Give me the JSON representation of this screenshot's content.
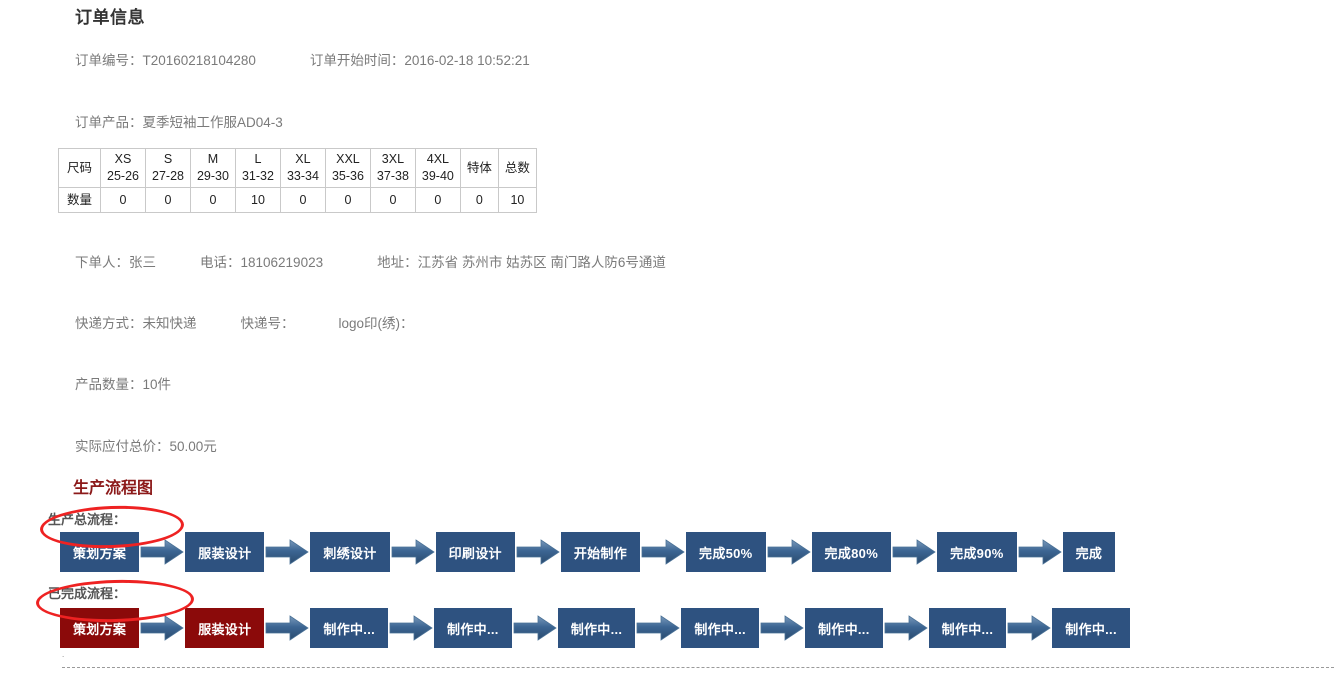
{
  "order": {
    "section_title": "订单信息",
    "order_no_label": "订单编号：",
    "order_no_value": "T20160218104280",
    "start_time_label": "订单开始时间：",
    "start_time_value": "2016-02-18 10:52:21",
    "product_label": "订单产品：",
    "product_value": "夏季短袖工作服AD04-3",
    "orderer_label": "下单人：",
    "orderer_value": "张三",
    "phone_label": "电话：",
    "phone_value": "18106219023",
    "address_label": "地址：",
    "address_value": "江苏省 苏州市 姑苏区 南门路人防6号通道",
    "express_label": "快递方式：",
    "express_value": "未知快递",
    "express_no_label": "快递号：",
    "express_no_value": "",
    "logo_label": "logo印(绣)：",
    "logo_value": "",
    "qty_label": "产品数量：",
    "qty_value": "10件",
    "price_label": "实际应付总价：",
    "price_value": "50.00元"
  },
  "size_table": {
    "row_label_header": "尺码",
    "row_label_qty": "数量",
    "columns": [
      {
        "name": "XS",
        "range": "25-26"
      },
      {
        "name": "S",
        "range": "27-28"
      },
      {
        "name": "M",
        "range": "29-30"
      },
      {
        "name": "L",
        "range": "31-32"
      },
      {
        "name": "XL",
        "range": "33-34"
      },
      {
        "name": "XXL",
        "range": "35-36"
      },
      {
        "name": "3XL",
        "range": "37-38"
      },
      {
        "name": "4XL",
        "range": "39-40"
      }
    ],
    "special_label": "特体",
    "total_label": "总数",
    "quantities": [
      "0",
      "0",
      "0",
      "10",
      "0",
      "0",
      "0",
      "0"
    ],
    "special_qty": "0",
    "total_qty": "10"
  },
  "flow": {
    "title": "生产流程图",
    "total_label": "生产总流程：",
    "done_label": "已完成流程：",
    "total_steps": [
      {
        "label": "策划方案",
        "state": "blue"
      },
      {
        "label": "服装设计",
        "state": "blue"
      },
      {
        "label": "刺绣设计",
        "state": "blue"
      },
      {
        "label": "印刷设计",
        "state": "blue"
      },
      {
        "label": "开始制作",
        "state": "blue"
      },
      {
        "label": "完成50%",
        "state": "blue"
      },
      {
        "label": "完成80%",
        "state": "blue"
      },
      {
        "label": "完成90%",
        "state": "blue"
      },
      {
        "label": "完成",
        "state": "blue"
      }
    ],
    "done_steps": [
      {
        "label": "策划方案",
        "state": "red"
      },
      {
        "label": "服装设计",
        "state": "red"
      },
      {
        "label": "制作中...",
        "state": "blue"
      },
      {
        "label": "制作中...",
        "state": "blue"
      },
      {
        "label": "制作中...",
        "state": "blue"
      },
      {
        "label": "制作中...",
        "state": "blue"
      },
      {
        "label": "制作中...",
        "state": "blue"
      },
      {
        "label": "制作中...",
        "state": "blue"
      },
      {
        "label": "制作中...",
        "state": "blue"
      }
    ],
    "colors": {
      "box_blue": "#2e5280",
      "box_red": "#8b0a0a",
      "arrow": "#39618f",
      "annotation_red": "#ee2222",
      "title_color": "#8c1a1a"
    }
  }
}
